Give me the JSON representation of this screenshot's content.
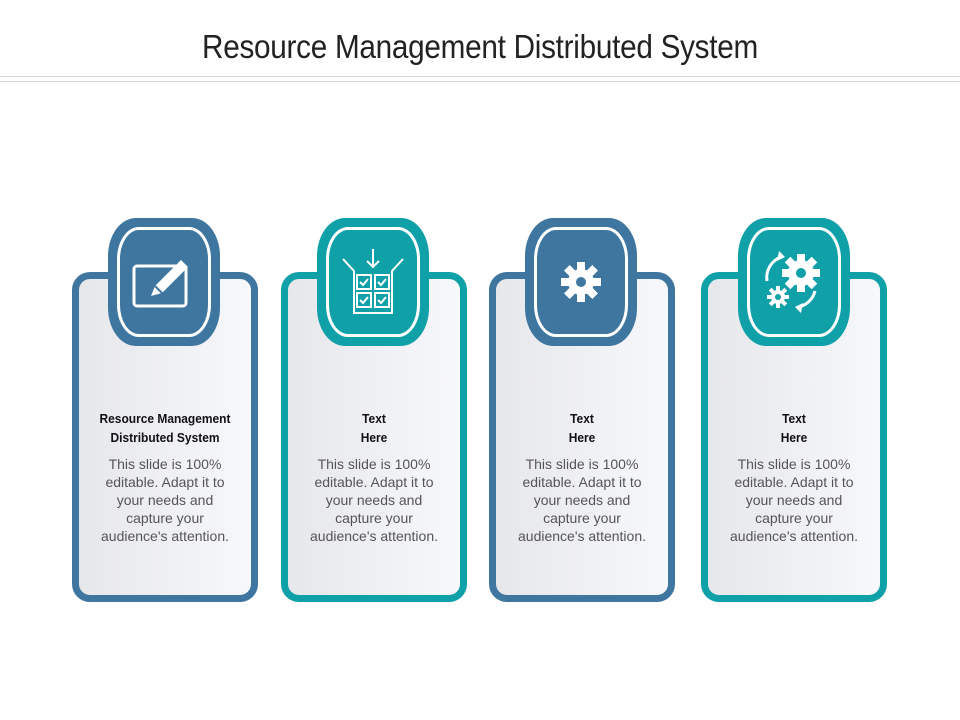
{
  "title": "Resource Management Distributed System",
  "colors": {
    "blue": "#3e76a0",
    "teal": "#10a0a8"
  },
  "cards": [
    {
      "heading_line1": "Resource Management",
      "heading_line2": "Distributed System",
      "body": "This slide is 100% editable. Adapt it to your needs and capture your audience's attention.",
      "icon": "edit-icon"
    },
    {
      "heading_line1": "Text",
      "heading_line2": "Here",
      "body": "This slide is 100% editable. Adapt it to your needs and capture your audience's attention.",
      "icon": "checklist-box-icon"
    },
    {
      "heading_line1": "Text",
      "heading_line2": "Here",
      "body": "This slide is 100% editable. Adapt it to your needs and capture your audience's attention.",
      "icon": "gear-icon"
    },
    {
      "heading_line1": "Text",
      "heading_line2": "Here",
      "body": "This slide is 100% editable. Adapt it to your needs and capture your audience's attention.",
      "icon": "gears-cycle-icon"
    }
  ]
}
